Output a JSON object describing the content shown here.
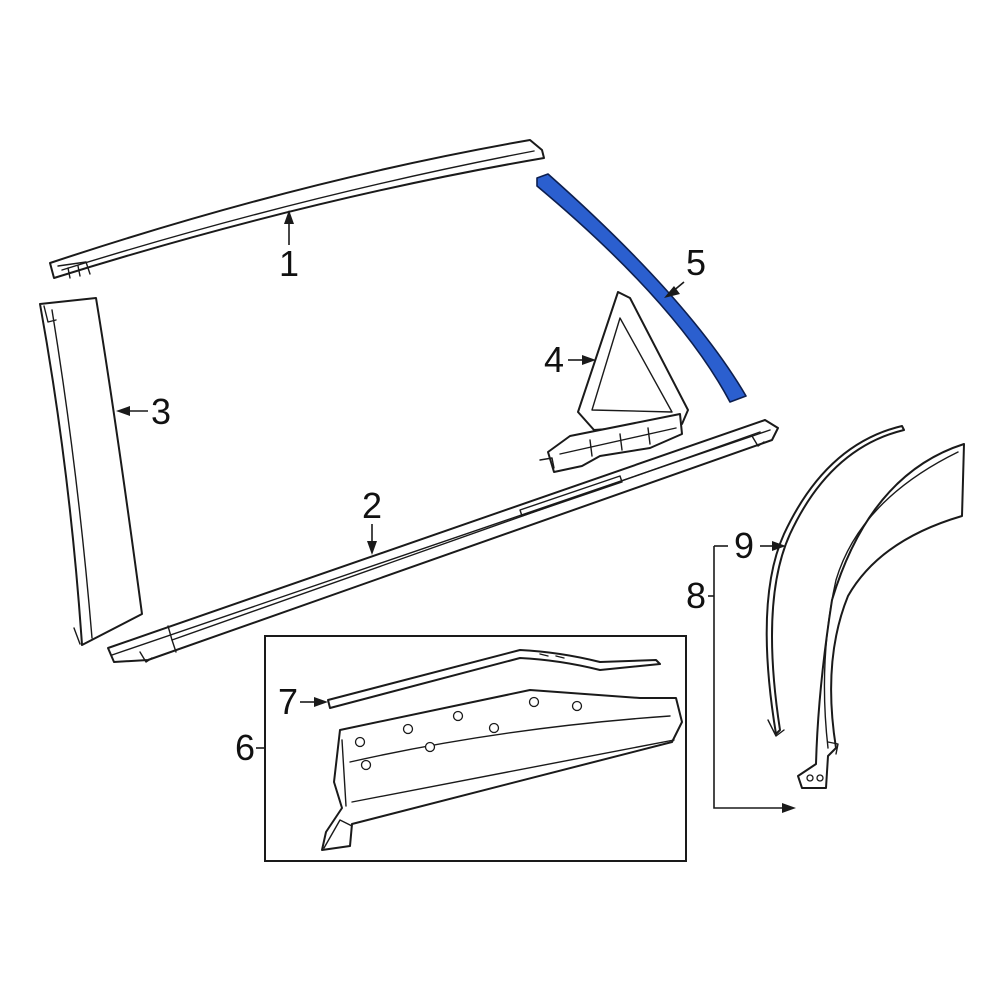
{
  "diagram": {
    "callouts": [
      "1",
      "2",
      "3",
      "4",
      "5",
      "6",
      "7",
      "8",
      "9"
    ]
  },
  "colors": {
    "line": "#1a1a1a",
    "highlight_fill": "#2b5fcf",
    "highlight_stroke": "#0d1f4f",
    "background": "#ffffff"
  }
}
